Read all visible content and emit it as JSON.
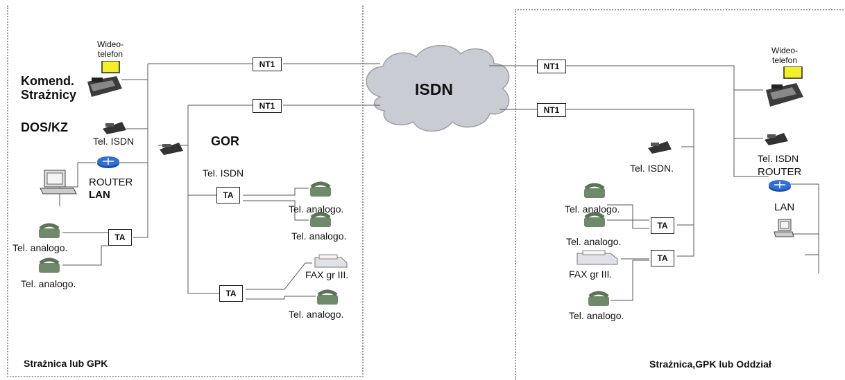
{
  "cloud": {
    "label": "ISDN"
  },
  "nt1_label": "NT1",
  "ta_label": "TA",
  "left": {
    "zone_label": "Strażnica lub GPK",
    "videophone": [
      "Wideo-",
      "telefon"
    ],
    "commander": [
      "Komend.",
      "Strażnicy"
    ],
    "dos_kz": "DOS/KZ",
    "tel_isdn": "Tel. ISDN",
    "router": "ROUTER",
    "lan": "LAN",
    "gor": "GOR",
    "gor_tel_isdn": "Tel. ISDN",
    "tel_analog": "Tel. analogo.",
    "fax": "FAX gr III."
  },
  "right": {
    "zone_label": "Strażnica,GPK lub Oddział",
    "videophone": [
      "Wideo-",
      "telefon"
    ],
    "tel_isdn_dot": "Tel. ISDN.",
    "tel_isdn": "Tel. ISDN",
    "router": "ROUTER",
    "lan": "LAN",
    "tel_analog": "Tel. analogo.",
    "fax": "FAX gr III."
  },
  "colors": {
    "cloud": "#c9cdd3",
    "screen_yellow": "#f3ef2a",
    "router_blue": "#2f6fd6",
    "phone_green": "#6f8a6a",
    "line": "#555555"
  },
  "icons": [
    "videophone-icon",
    "isdn-phone-icon",
    "router-icon",
    "computer-icon",
    "analog-phone-icon",
    "fax-icon"
  ]
}
